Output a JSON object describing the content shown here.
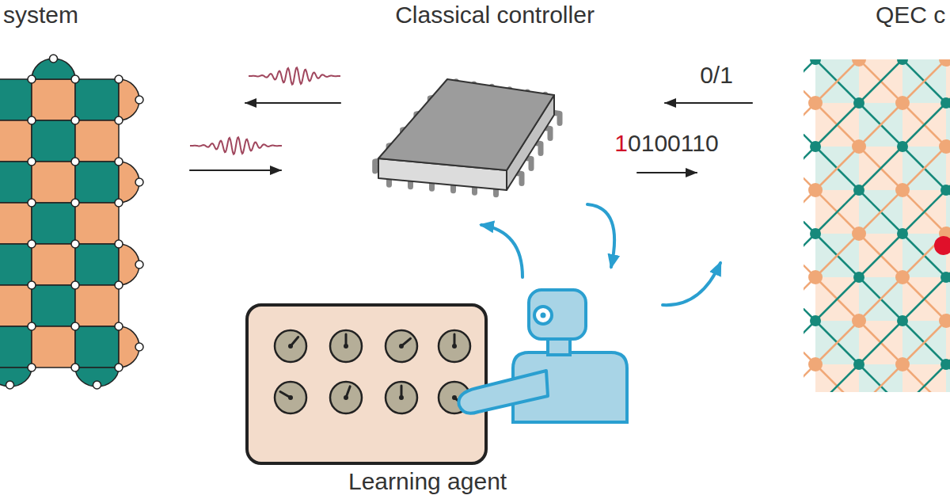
{
  "diagram": {
    "nodes": [
      {
        "text": [
          "system"
        ]
      },
      {
        "text": [
          "Classical controller"
        ]
      },
      {
        "text": [
          "QEC c"
        ]
      },
      {
        "text": [
          "Learning agent"
        ]
      }
    ],
    "edges": [
      {
        "from": 1,
        "to": 0,
        "arrow": "to"
      },
      {
        "from": 0,
        "to": 1,
        "arrow": "to"
      },
      {
        "from": 1,
        "to": 2,
        "label": "10100110",
        "arrow": "to"
      },
      {
        "from": 2,
        "to": 1,
        "label": "0/1",
        "arrow": "to"
      },
      {
        "from": 3,
        "to": 1,
        "arrow": "to"
      },
      {
        "from": 1,
        "to": 3,
        "arrow": "to"
      },
      {
        "from": 3,
        "to": 2,
        "arrow": "to"
      }
    ]
  }
}
